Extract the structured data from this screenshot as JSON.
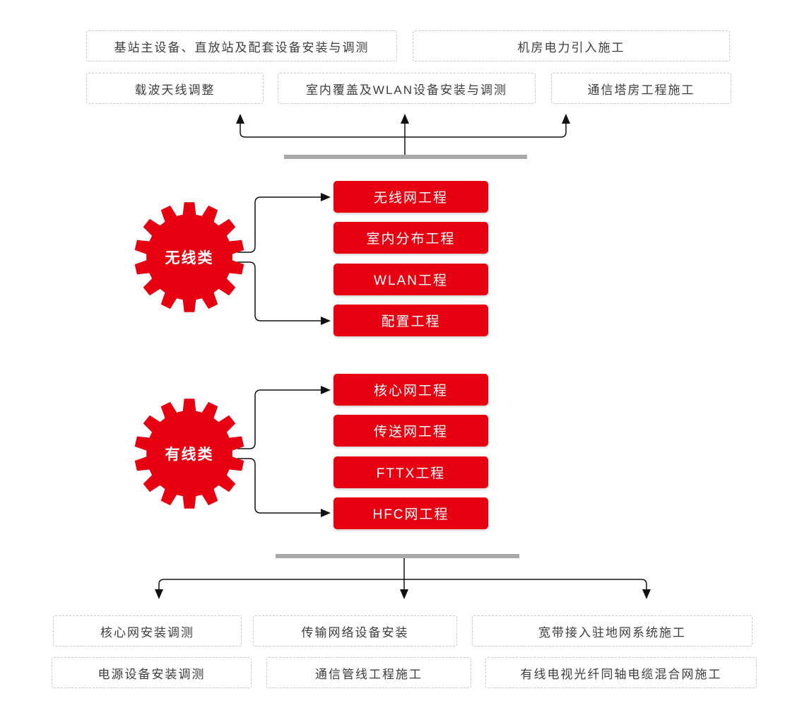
{
  "colors": {
    "red": "#e60012",
    "bar": "#a9a9a9",
    "line": "#111111",
    "box-border": "#c9c9c9",
    "text": "#3d3d3d"
  },
  "upstream": {
    "row1": [
      {
        "label": "基站主设备、直放站及配套设备安装与调测"
      },
      {
        "label": "机房电力引入施工"
      }
    ],
    "row2": [
      {
        "label": "载波天线调整"
      },
      {
        "label": "室内覆盖及WLAN设备安装与调测"
      },
      {
        "label": "通信塔房工程施工"
      }
    ]
  },
  "categories": [
    {
      "name": "无线类",
      "projects": [
        "无线网工程",
        "室内分布工程",
        "WLAN工程",
        "配置工程"
      ]
    },
    {
      "name": "有线类",
      "projects": [
        "核心网工程",
        "传送网工程",
        "FTTX工程",
        "HFC网工程"
      ]
    }
  ],
  "downstream": {
    "row1": [
      {
        "label": "核心网安装调测"
      },
      {
        "label": "传输网络设备安装"
      },
      {
        "label": "宽带接入驻地网系统施工"
      }
    ],
    "row2": [
      {
        "label": "电源设备安装调测"
      },
      {
        "label": "通信管线工程施工"
      },
      {
        "label": "有线电视光纤同轴电缆混合网施工"
      }
    ]
  }
}
